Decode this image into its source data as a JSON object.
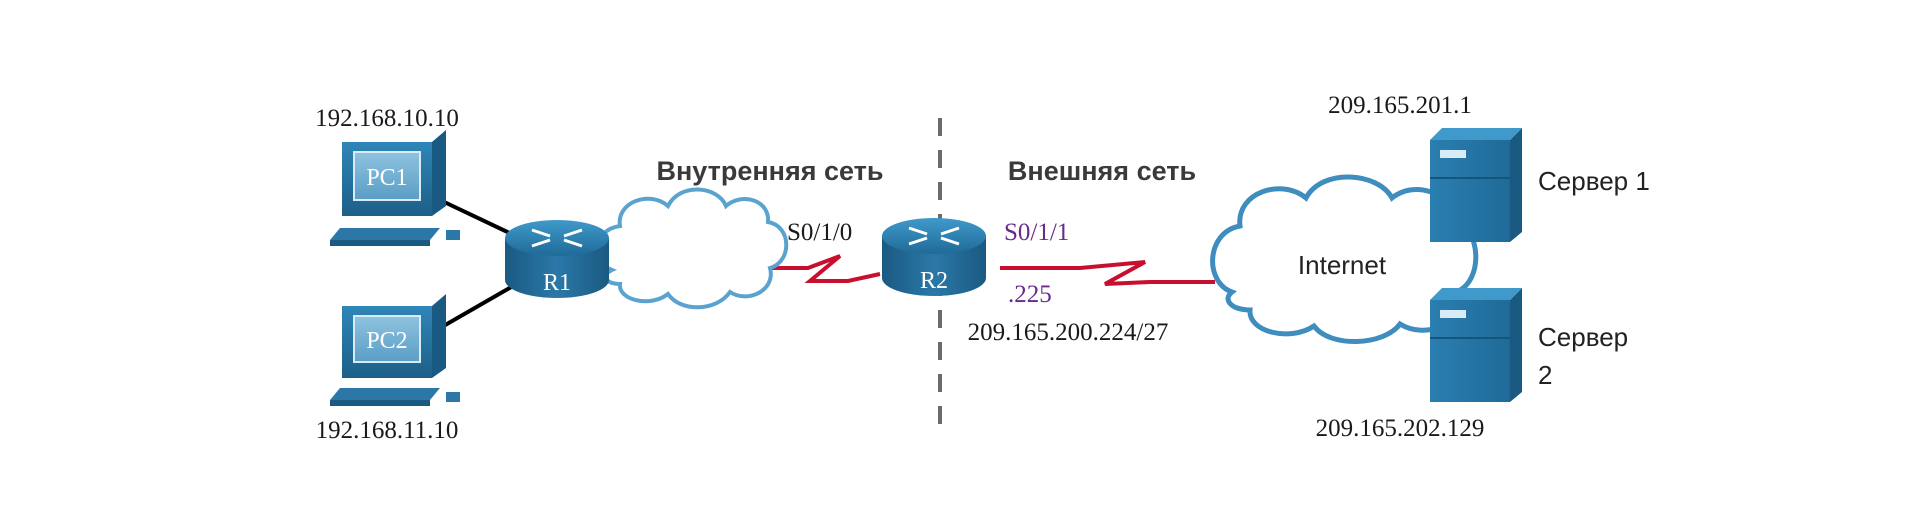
{
  "hosts": {
    "pc1": {
      "label": "PC1",
      "ip": "192.168.10.10"
    },
    "pc2": {
      "label": "PC2",
      "ip": "192.168.11.10"
    }
  },
  "routers": {
    "r1": {
      "label": "R1"
    },
    "r2": {
      "label": "R2"
    }
  },
  "zones": {
    "inside": "Внутренняя сеть",
    "outside": "Внешняя сеть"
  },
  "interfaces": {
    "r1_serial": "S0/1/0",
    "r2_serial": "S0/1/1",
    "r2_host": ".225",
    "outside_network": "209.165.200.224/27"
  },
  "internet": {
    "label": "Internet"
  },
  "servers": {
    "s1": {
      "name": "Сервер 1",
      "ip": "209.165.201.1"
    },
    "s2": {
      "name_line1": "Сервер",
      "name_line2": "2",
      "ip": "209.165.202.129"
    }
  },
  "colors": {
    "device_blue": "#2b78a8",
    "device_dark": "#1a5a82",
    "serial_link": "#c8102e",
    "ethernet_link": "#000000",
    "cloud_stroke": "#3f8cbf",
    "interface_text": "#6a2a8a"
  }
}
